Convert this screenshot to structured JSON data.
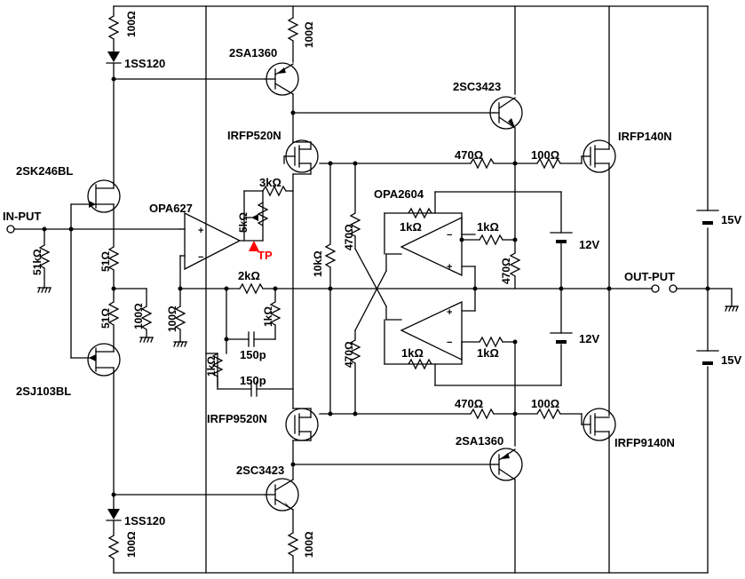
{
  "components": {
    "d_top": "1SS120",
    "d_bot": "1SS120",
    "r_top_left": "100Ω",
    "r_bot_left": "100Ω",
    "q_top_small": "2SA1360",
    "q_bot_small": "2SC3423",
    "r_top_small": "100Ω",
    "r_bot_small": "100Ω",
    "q_top_right": "2SC3423",
    "q_bot_right": "2SA1360",
    "fet_n_driver": "IRFP520N",
    "fet_p_driver": "IRFP9520N",
    "fet_n_out": "IRFP140N",
    "fet_p_out": "IRFP9140N",
    "jfet_n": "2SK246BL",
    "jfet_p": "2SJ103BL",
    "opamp_main": "OPA627",
    "opamp_dual": "OPA2604",
    "tp_label": "TP",
    "input_label": "IN-PUT",
    "output_label": "OUT-PUT",
    "r_in": "51kΩ",
    "r_51_top": "51Ω",
    "r_51_bot": "51Ω",
    "r_100_mid": "100Ω",
    "r_100_fb": "100Ω",
    "r_3k": "3kΩ",
    "vr_5k": "5kΩ",
    "r_2k": "2kΩ",
    "r_1k_a": "1kΩ",
    "r_1k_b": "1kΩ",
    "c_150p_a": "150p",
    "c_150p_b": "150p",
    "r_10k": "10kΩ",
    "r_470_a": "470Ω",
    "r_470_b": "470Ω",
    "r_470_c": "470Ω",
    "r_470_top": "470Ω",
    "r_470_bot": "470Ω",
    "r_100_gate_top": "100Ω",
    "r_100_gate_bot": "100Ω",
    "r_1k_u1": "1kΩ",
    "r_1k_u2": "1kΩ",
    "r_1k_l1": "1kΩ",
    "r_1k_l2": "1kΩ",
    "bat_12_top": "12V",
    "bat_12_bot": "12V",
    "bat_15_top": "15V",
    "bat_15_bot": "15V",
    "pin_plus": "+",
    "pin_minus": "−"
  },
  "colors": {
    "line": "#000000",
    "tp": "#ff0000"
  }
}
